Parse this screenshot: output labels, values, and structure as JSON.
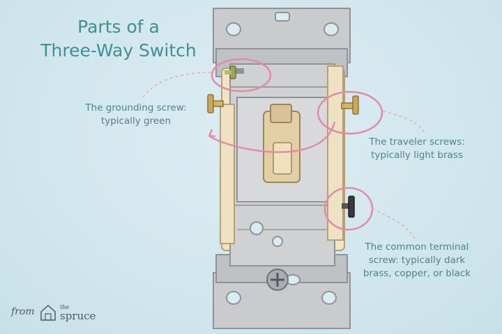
{
  "title": {
    "line1": "Parts of a",
    "line2": "Three-Way Switch"
  },
  "labels": {
    "grounding_line1": "The grounding screw:",
    "grounding_line2": "typically green",
    "traveler_line1": "The traveler screws:",
    "traveler_line2": "typically light brass",
    "common_line1": "The common terminal",
    "common_line2": "screw: typically dark",
    "common_line3": "brass, copper, or black"
  },
  "brand": {
    "from": "from",
    "the": "the",
    "name": "spruce"
  },
  "colors": {
    "background": "#d3e8ef",
    "title_text": "#3f8f93",
    "label_text": "#4f8288",
    "callout_circle": "#e38aa6",
    "strap_metal": "#c9cbcd",
    "switch_body": "#f0e3c6",
    "toggle": "#e6d2a8",
    "brass_screw": "#c9a85a",
    "green_screw": "#9ea65a",
    "dark_screw": "#3a3a3a"
  }
}
